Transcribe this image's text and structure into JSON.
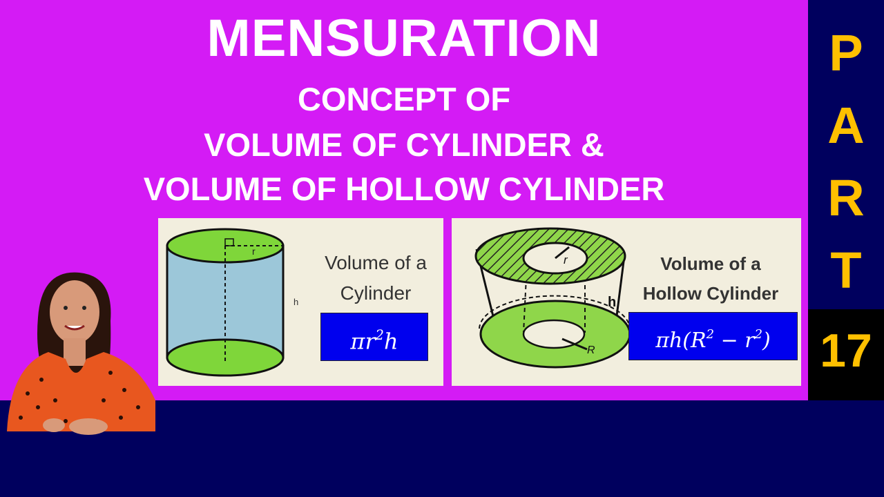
{
  "header": {
    "title": "MENSURATION",
    "subtitle_lines": [
      "CONCEPT OF",
      "VOLUME OF CYLINDER &",
      "VOLUME OF HOLLOW CYLINDER"
    ]
  },
  "side": {
    "letters": [
      "P",
      "A",
      "R",
      "T"
    ],
    "part_number": "17"
  },
  "cylinder_panel": {
    "label_line1": "Volume of a",
    "label_line2": "Cylinder",
    "formula": {
      "base": "πr",
      "exp": "2",
      "tail": "h"
    },
    "radius_label": "r",
    "height_label": "h"
  },
  "hollow_panel": {
    "label_line1": "Volume of a",
    "label_line2": "Hollow Cylinder",
    "formula": {
      "a": "πh(R",
      "exp1": "2",
      "b": " − r",
      "exp2": "2",
      "c": ")"
    },
    "inner_radius_label": "r",
    "outer_radius_label": "R",
    "height_label": "h"
  },
  "colors": {
    "background_magenta": "#d41bf5",
    "background_navy": "#00005e",
    "part_yellow": "#ffc000",
    "formula_blue": "#0000ee",
    "cylinder_side": "#9cc7d9",
    "cylinder_green": "#7fd63a"
  }
}
